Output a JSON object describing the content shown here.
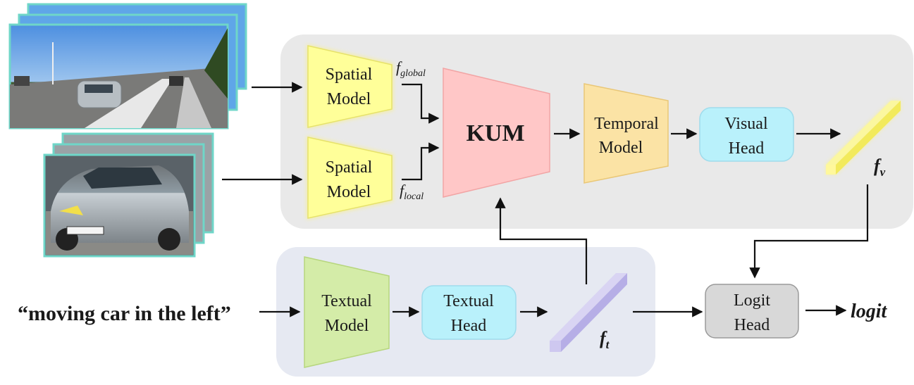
{
  "spatial_global": {
    "line1": "Spatial",
    "line2": "Model"
  },
  "spatial_local": {
    "line1": "Spatial",
    "line2": "Model"
  },
  "f_global": {
    "base": "f",
    "sub": "global"
  },
  "f_local": {
    "base": "f",
    "sub": "local"
  },
  "kum": {
    "label": "KUM"
  },
  "temporal": {
    "line1": "Temporal",
    "line2": "Model"
  },
  "visual_head": {
    "line1": "Visual",
    "line2": "Head"
  },
  "f_v": {
    "base": "f",
    "sub": "v"
  },
  "textual_model": {
    "line1": "Textual",
    "line2": "Model"
  },
  "textual_head": {
    "line1": "Textual",
    "line2": "Head"
  },
  "f_t": {
    "base": "f",
    "sub": "t"
  },
  "logit_head": {
    "line1": "Logit",
    "line2": "Head"
  },
  "logit_output": {
    "label": "logit"
  },
  "text_query": {
    "label": "“moving car in the left”"
  },
  "colors": {
    "spatial": "#ffff99",
    "kum": "#ffc7c7",
    "temporal": "#fbe3a5",
    "head": "#b9f1fb",
    "textual_model": "#d4eca8",
    "logit_head": "#d8d8d8",
    "panel_top": "#e9e9e9",
    "panel_bottom": "#e6e9f2"
  }
}
